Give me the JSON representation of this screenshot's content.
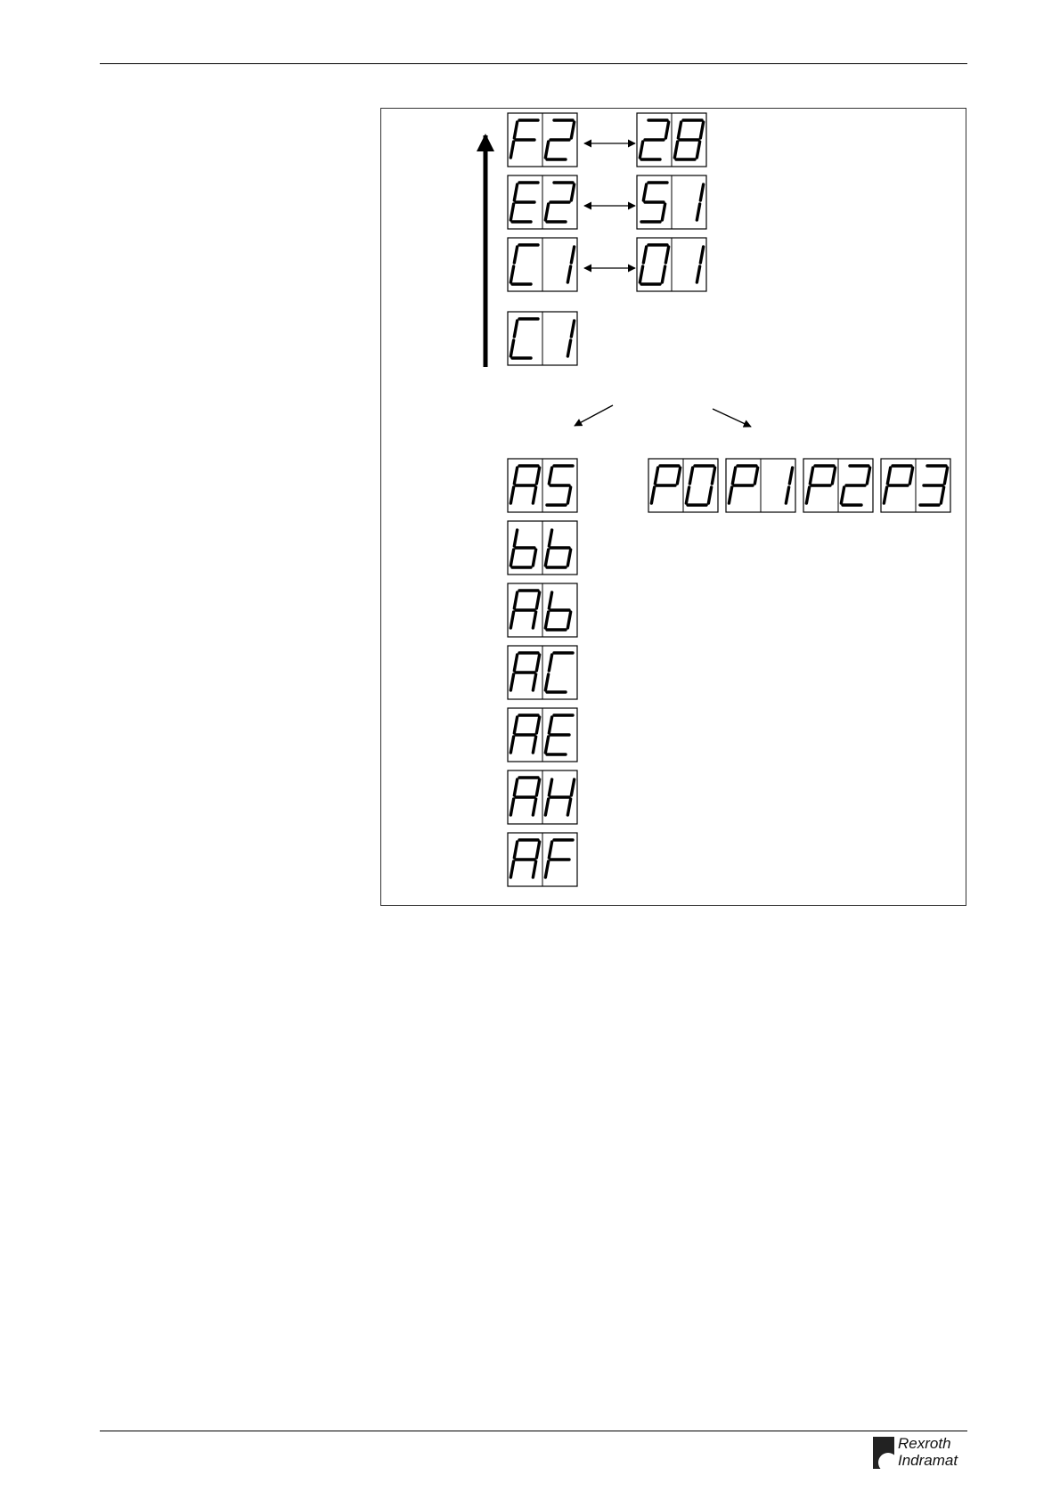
{
  "status_pairs": [
    {
      "left": "F2",
      "right": "28"
    },
    {
      "left": "E2",
      "right": "51"
    },
    {
      "left": "C1",
      "right": "01"
    }
  ],
  "base_display": "C1",
  "left_branch": [
    "AS",
    "bb",
    "Ab",
    "AC",
    "AE",
    "AH",
    "AF"
  ],
  "right_branch": [
    "P0",
    "P1",
    "P2",
    "P3"
  ],
  "logo": {
    "line1": "Rexroth",
    "line2": "Indramat"
  }
}
